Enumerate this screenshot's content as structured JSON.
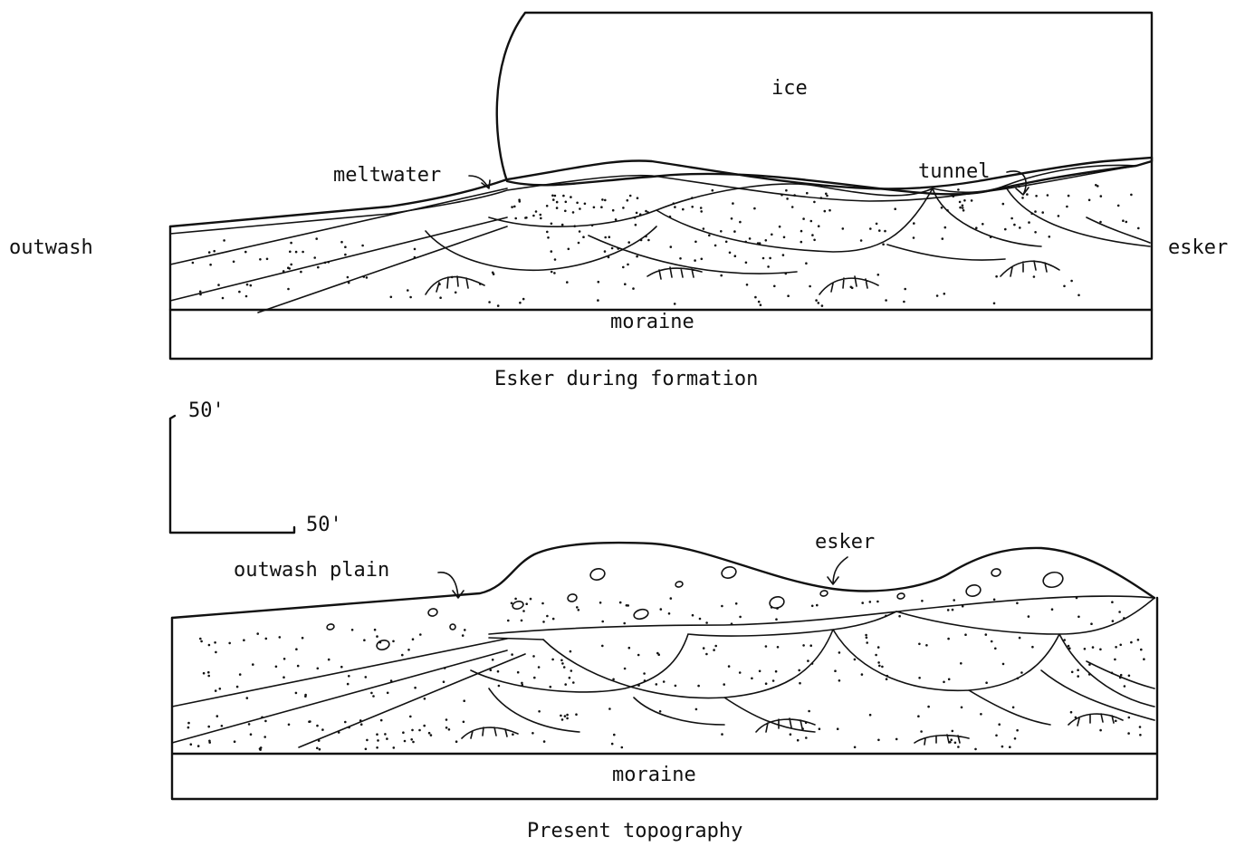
{
  "top_panel": {
    "ice_label": "ice",
    "tunnel_label": "tunnel",
    "meltwater_label": "meltwater",
    "moraine_label": "moraine",
    "left_label": "outwash",
    "right_label": "esker",
    "caption": "Esker during formation"
  },
  "scale_bar": {
    "vertical_label": "50'",
    "horizontal_label": "50'"
  },
  "bottom_panel": {
    "outwash_plain_label": "outwash plain",
    "esker_label": "esker",
    "moraine_label": "moraine",
    "caption": "Present topography"
  }
}
